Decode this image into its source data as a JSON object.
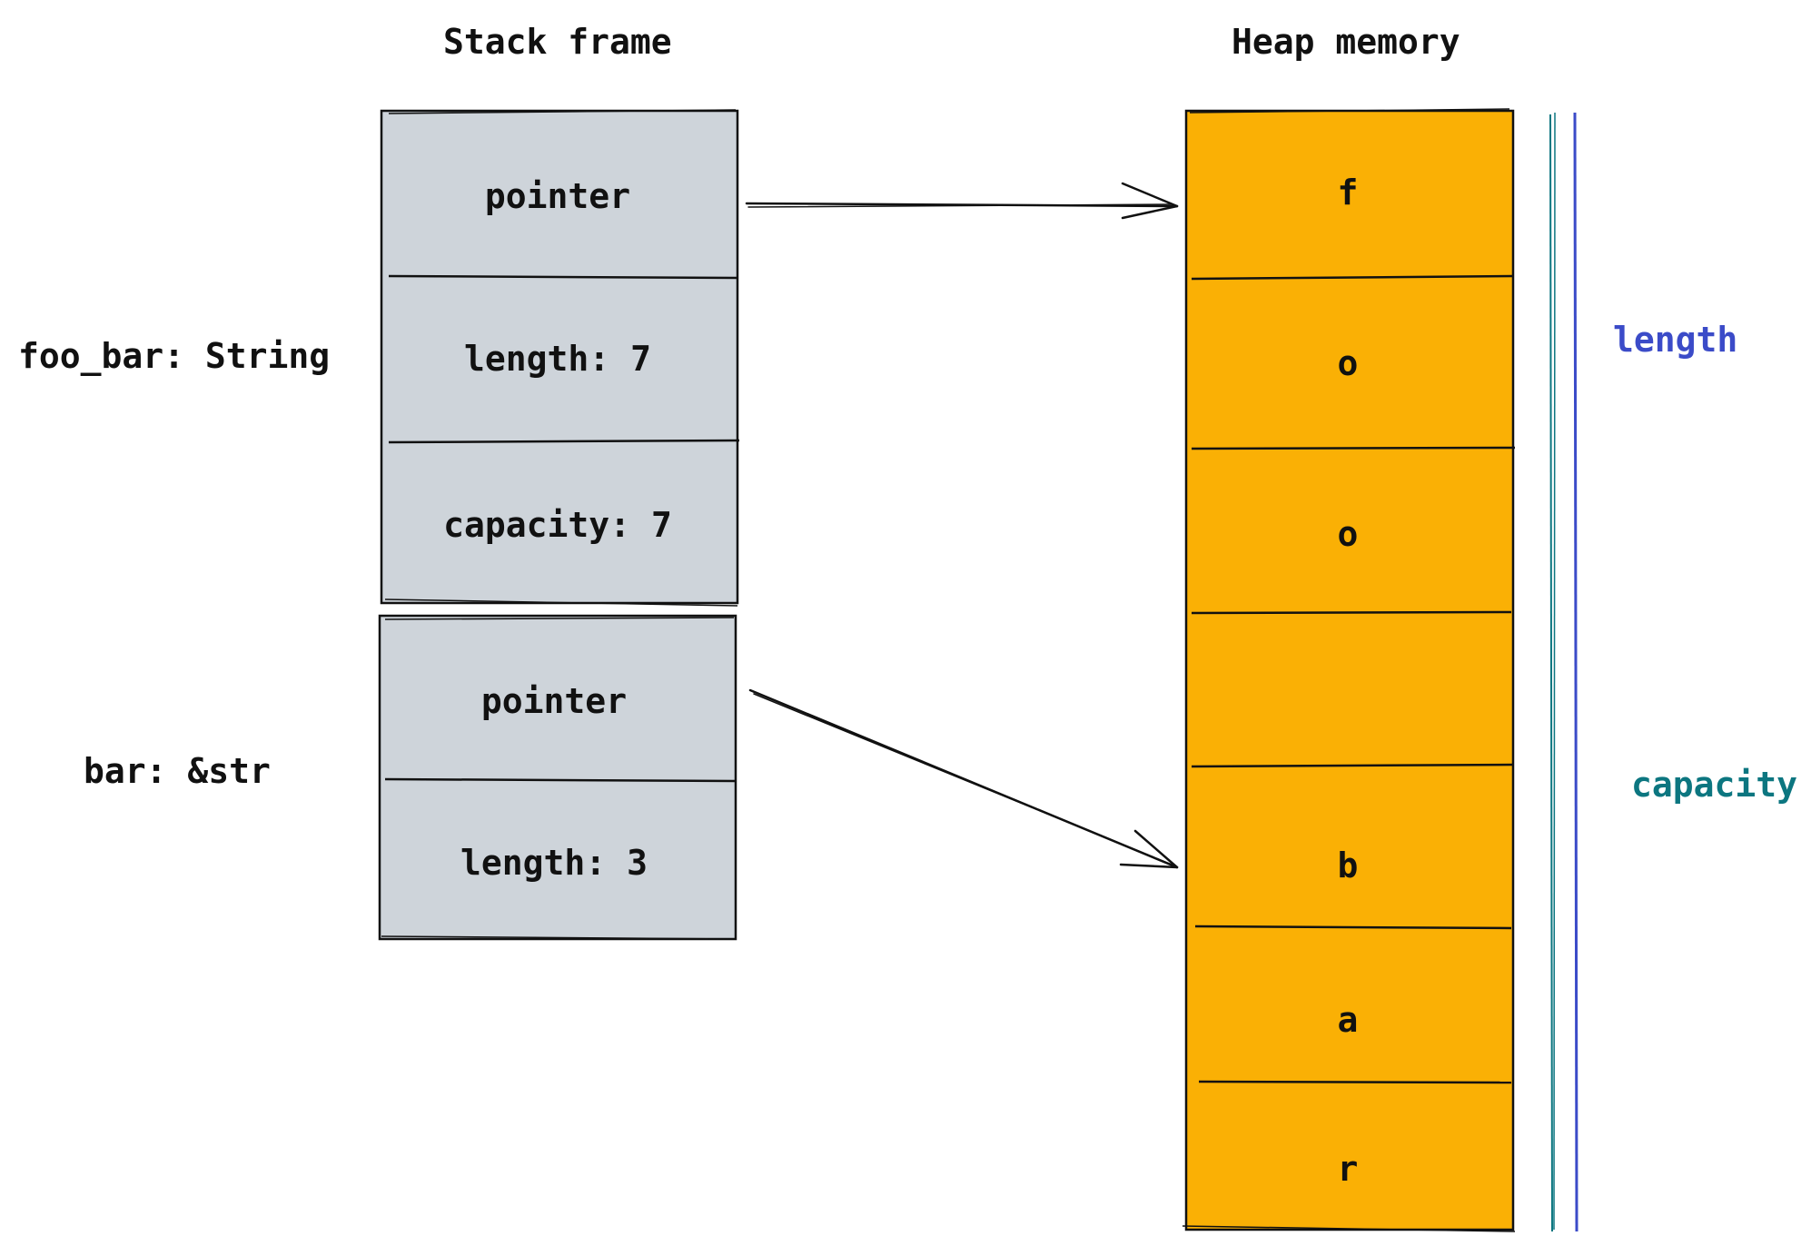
{
  "headings": {
    "stack": "Stack frame",
    "heap": "Heap memory"
  },
  "variables": {
    "foo_bar": "foo_bar: String",
    "bar": "bar: &str"
  },
  "stack": {
    "foo_bar_fields": [
      "pointer",
      "length: 7",
      "capacity: 7"
    ],
    "bar_fields": [
      "pointer",
      "length: 3"
    ]
  },
  "heap": {
    "cells": [
      "f",
      "o",
      "o",
      "",
      "b",
      "a",
      "r"
    ]
  },
  "measures": {
    "length": "length",
    "capacity": "capacity"
  },
  "colors": {
    "stack_fill": "#ced4da",
    "heap_fill": "#fab005",
    "length_line": "#3b4bc8",
    "capacity_line": "#0c7680",
    "stroke": "#111111"
  }
}
